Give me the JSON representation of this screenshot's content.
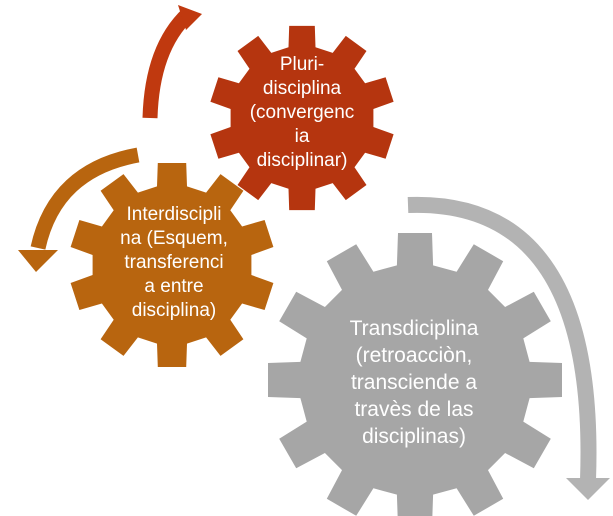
{
  "gears": {
    "pluri": {
      "lines": [
        "Pluri-",
        "disciplina",
        "(convergenc",
        "ia",
        "disciplinar)"
      ],
      "color": "#B5350F",
      "text_color": "#FFFFFF"
    },
    "inter": {
      "lines": [
        "Interdiscipli",
        "na (Esquem,",
        "transferenci",
        "a entre",
        "disciplina)"
      ],
      "color": "#B8650F",
      "text_color": "#FFFFFF"
    },
    "trans": {
      "lines": [
        "Transdiciplina",
        "(retroacciòn,",
        "transciende a",
        "travès de las",
        "disciplinas)"
      ],
      "color": "#A6A6A6",
      "text_color": "#FFFFFF"
    }
  },
  "arrows": {
    "pluri": {
      "color": "#C0390F"
    },
    "inter": {
      "color": "#B8650F"
    },
    "trans": {
      "color": "#B3B3B3"
    }
  }
}
